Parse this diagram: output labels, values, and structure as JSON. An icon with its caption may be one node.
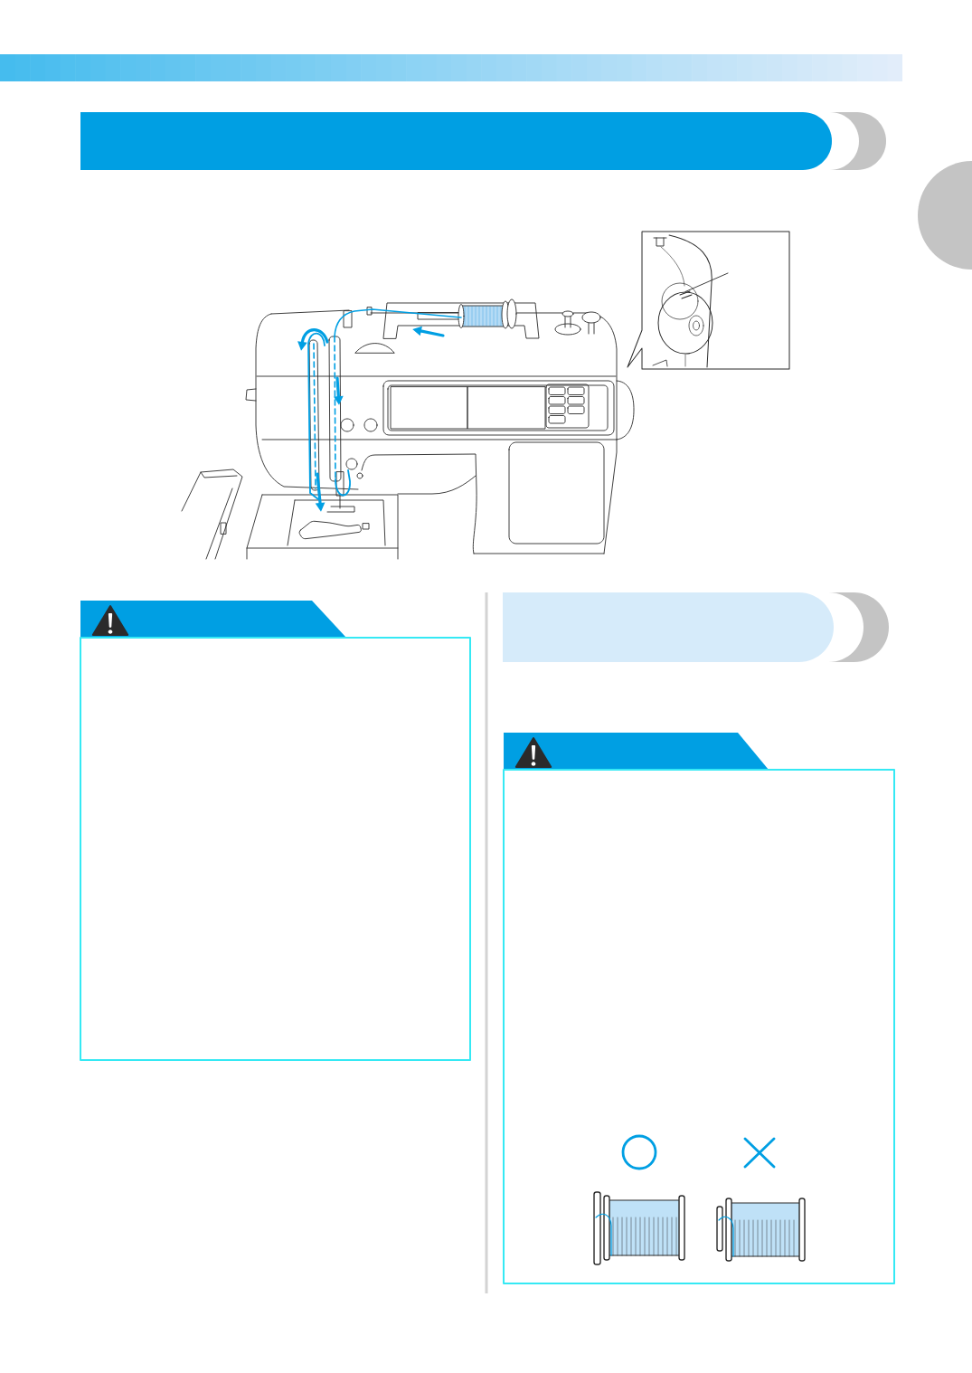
{
  "diagram": {
    "nodes": [
      {
        "text": [],
        "shape": "bar"
      },
      {
        "text": [],
        "shape": "circle"
      },
      {
        "text": [],
        "shape": "picture"
      },
      {
        "text": [],
        "shape": "cylinder",
        "in": 2
      },
      {
        "text": [],
        "shape": "box"
      },
      {
        "text": [],
        "shape": "bar"
      },
      {
        "text": [],
        "shape": "box"
      }
    ],
    "edges": [
      {
        "from": null,
        "to": 3,
        "arrow": "none"
      }
    ]
  }
}
